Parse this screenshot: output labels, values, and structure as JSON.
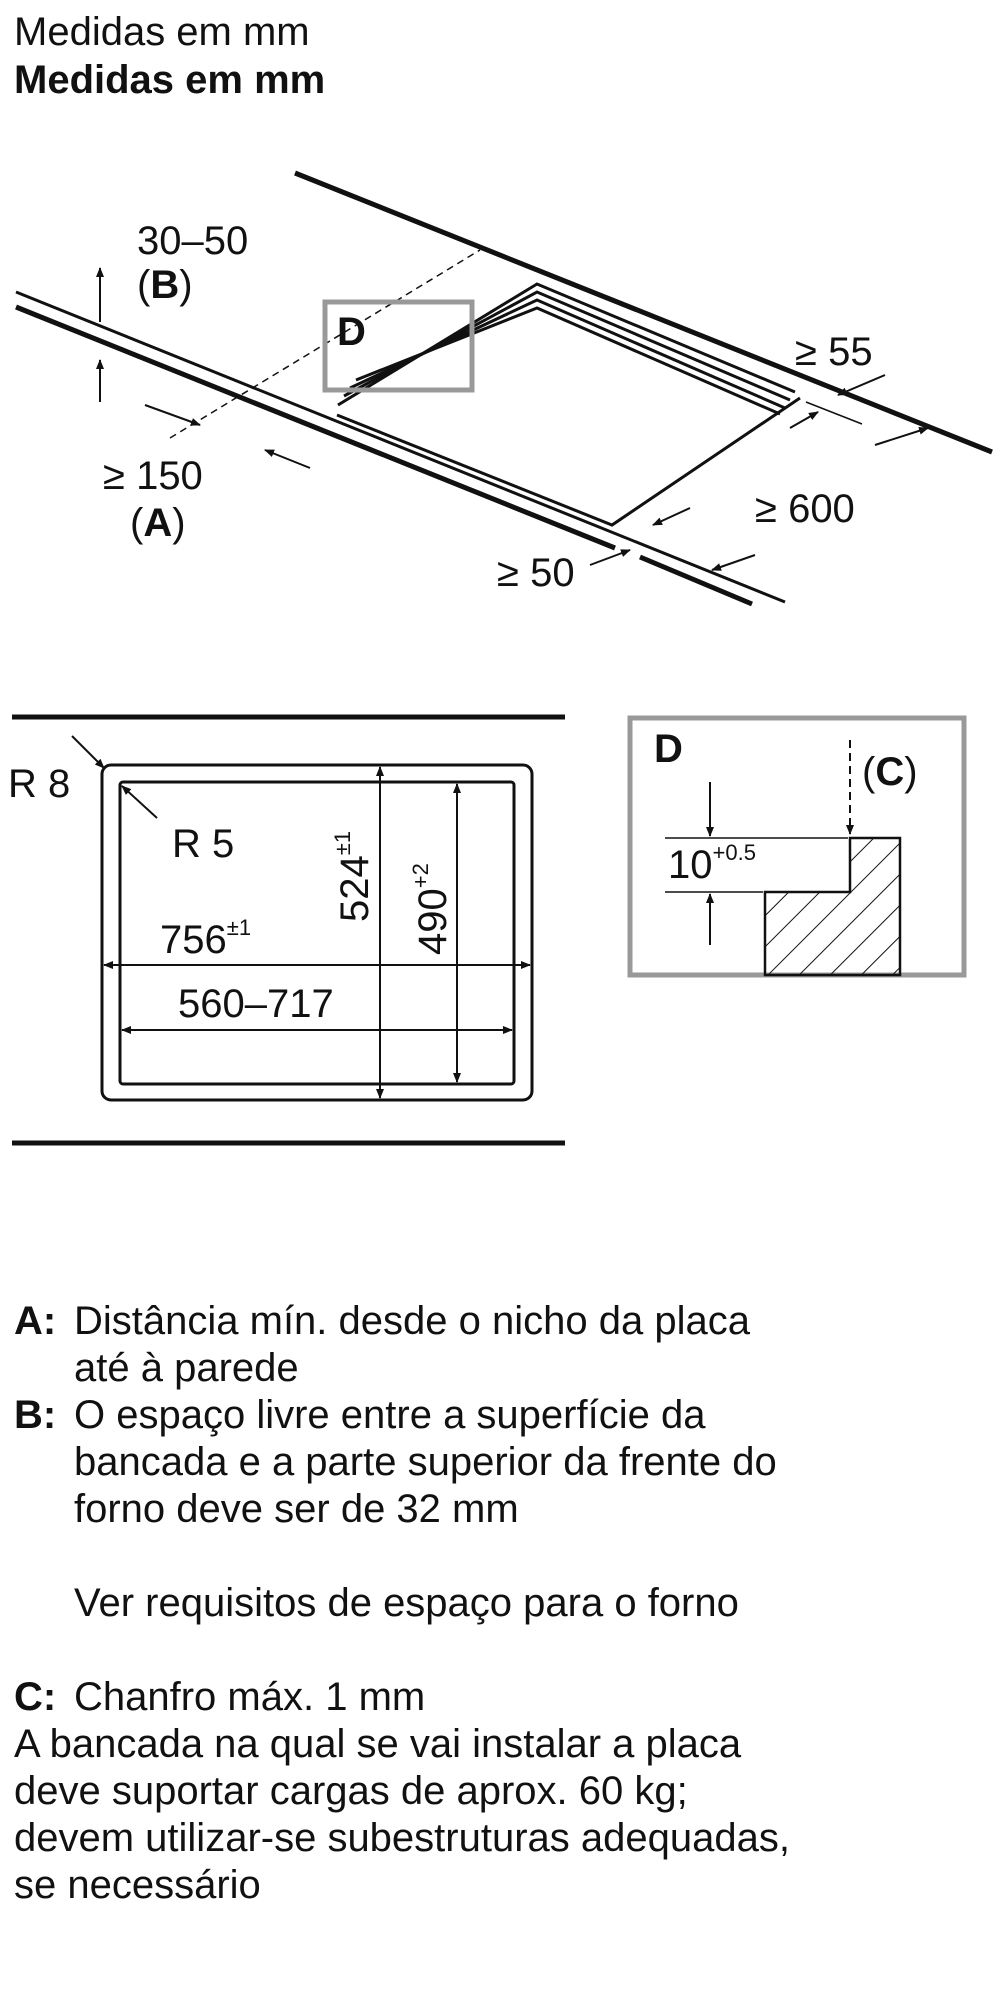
{
  "header": {
    "line1": "Medidas em mm",
    "line2": "Medidas em mm"
  },
  "top_diagram": {
    "dim_b_value": "30–50",
    "dim_b_key": "B",
    "dim_a_value": "≥ 150",
    "dim_a_key": "A",
    "dim_55": "≥ 55",
    "dim_600": "≥ 600",
    "dim_50": "≥ 50",
    "detail_label": "D"
  },
  "plan_diagram": {
    "r8": "R 8",
    "r5": "R 5",
    "width_outer": "756",
    "width_outer_tol": "±1",
    "width_inner": "560–717",
    "depth_outer": "524",
    "depth_outer_tol": "±1",
    "depth_inner": "490",
    "depth_inner_tol": "+2"
  },
  "detail_d": {
    "label": "D",
    "c_key": "C",
    "depth_value": "10",
    "depth_tol": "+0.5"
  },
  "legend": {
    "a_key": "A:",
    "a_text_1": "Distância mín. desde o nicho da placa",
    "a_text_2": "até à parede",
    "b_key": "B:",
    "b_text_1": "O espaço livre entre a superfície da",
    "b_text_2": "bancada e a parte superior da frente do",
    "b_text_3": "forno deve ser de 32 mm",
    "b_note": "Ver requisitos de espaço para o forno",
    "c_key": "C:",
    "c_text": "Chanfro máx. 1 mm",
    "note_1": "A bancada na qual se vai instalar a placa",
    "note_2": "deve suportar cargas de aprox. 60 kg;",
    "note_3": "devem utilizar-se subestruturas adequadas,",
    "note_4": "se necessário"
  }
}
